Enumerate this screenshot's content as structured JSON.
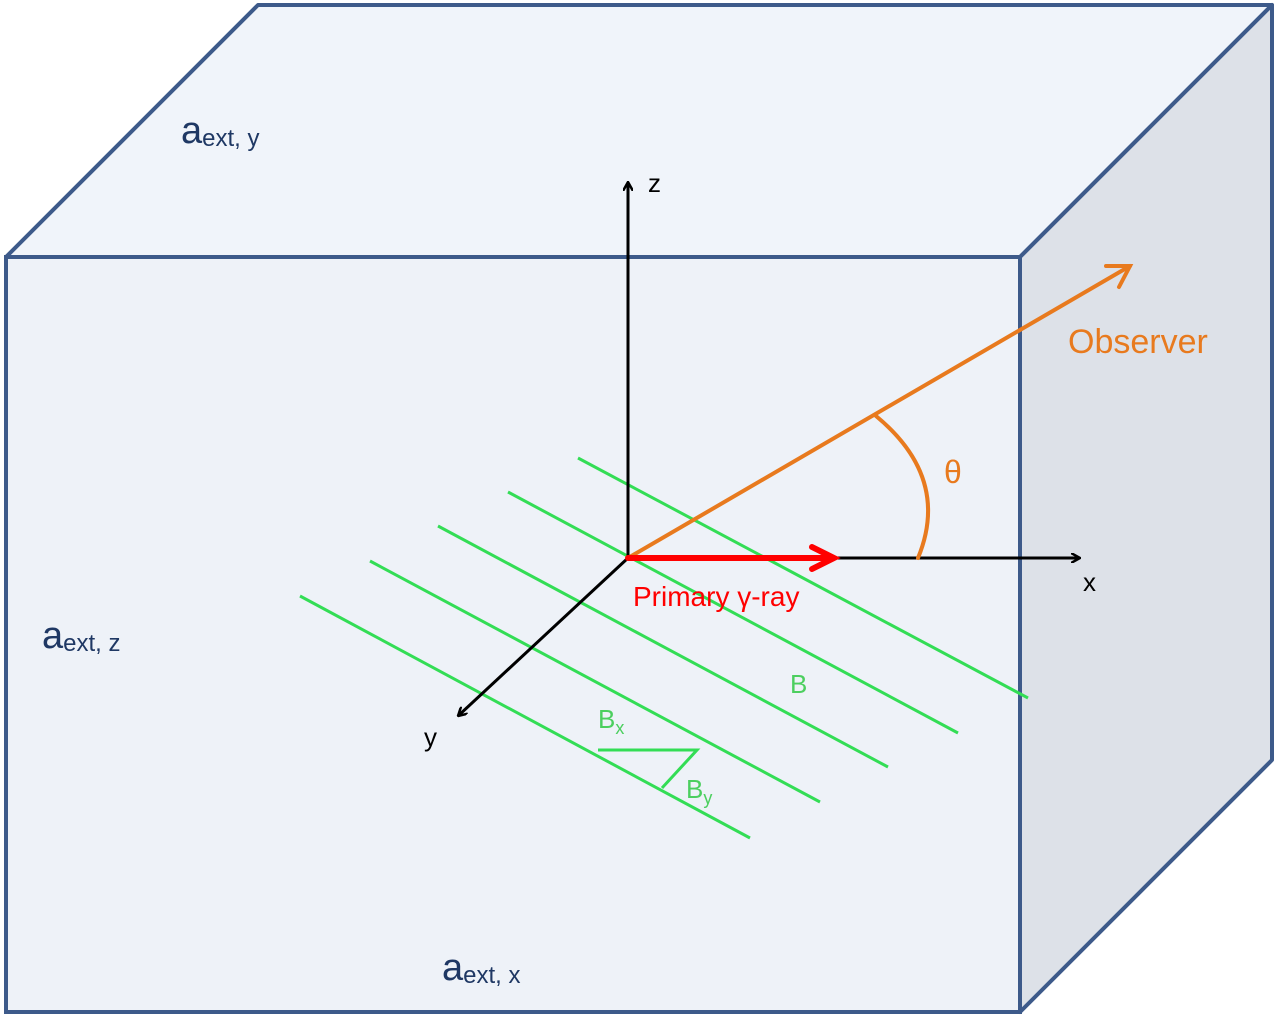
{
  "dimension_labels": {
    "y": {
      "main": "a",
      "sub": "ext, y"
    },
    "z": {
      "main": "a",
      "sub": "ext, z"
    },
    "x": {
      "main": "a",
      "sub": "ext, x"
    }
  },
  "axes": {
    "x": "x",
    "y": "y",
    "z": "z"
  },
  "observer_label": "Observer",
  "angle_label": "θ",
  "primary_label": "Primary γ-ray",
  "field": {
    "main": "B",
    "bx_main": "B",
    "bx_sub": "x",
    "by_main": "B",
    "by_sub": "y"
  },
  "colors": {
    "box_face": "#eef2f8",
    "box_top": "#f0f4fa",
    "box_side": "#dde1e8",
    "box_edge": "#3d5a8a",
    "dim_text": "#1f3864",
    "field": "#33dd55",
    "field_text": "#4ccf5f",
    "observer": "#e87a1e",
    "primary": "#ff0000",
    "axis": "#000000"
  }
}
